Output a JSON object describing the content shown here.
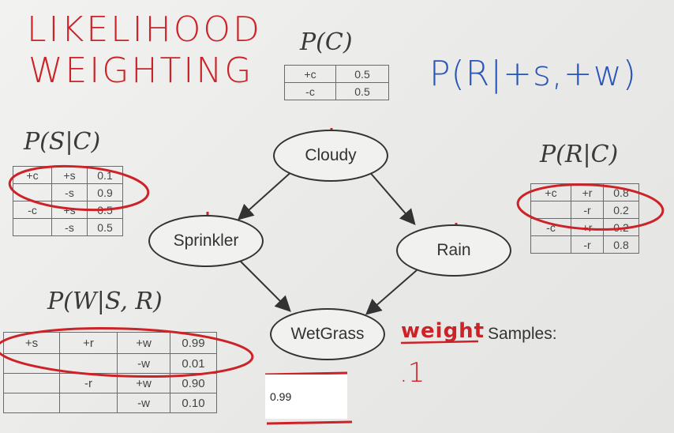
{
  "title_line1": "LIKELIHOOD",
  "title_line2": "WEIGHTING",
  "query": "P(R|+s,+w)",
  "cpt_c": {
    "label": "P(C)",
    "rows": [
      [
        "+c",
        "0.5"
      ],
      [
        "-c",
        "0.5"
      ]
    ]
  },
  "cpt_s": {
    "label": "P(S|C)",
    "rows": [
      [
        "+c",
        "+s",
        "0.1"
      ],
      [
        "",
        "-s",
        "0.9"
      ],
      [
        "-c",
        "+s",
        "0.5"
      ],
      [
        "",
        "-s",
        "0.5"
      ]
    ]
  },
  "cpt_r": {
    "label": "P(R|C)",
    "rows": [
      [
        "+c",
        "+r",
        "0.8"
      ],
      [
        "",
        "-r",
        "0.2"
      ],
      [
        "-c",
        "+r",
        "0.2"
      ],
      [
        "",
        "-r",
        "0.8"
      ]
    ]
  },
  "cpt_w": {
    "label": "P(W|S, R)",
    "rows": [
      [
        "+s",
        "+r",
        "+w",
        "0.99"
      ],
      [
        "",
        "",
        "-w",
        "0.01"
      ],
      [
        "",
        "-r",
        "+w",
        "0.90"
      ],
      [
        "",
        "",
        "-w",
        "0.10"
      ]
    ]
  },
  "nodes": {
    "cloudy": "Cloudy",
    "sprinkler": "Sprinkler",
    "rain": "Rain",
    "wetgrass": "WetGrass"
  },
  "samples_label": "Samples:",
  "weight_label": "weight",
  "weight_value": ".1",
  "answer_input_value": "0.99",
  "colors": {
    "marker_red": "#cc2228",
    "marker_blue": "#2a55b8",
    "ink": "#333333"
  }
}
